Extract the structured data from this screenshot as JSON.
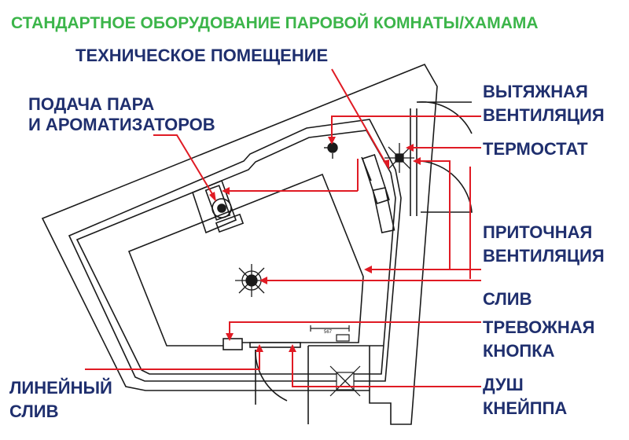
{
  "title": "СТАНДАРТНОЕ ОБОРУДОВАНИЕ ПАРОВОЙ КОМНАТЫ/ХАМАМА",
  "labels": {
    "tech_room": "ТЕХНИЧЕСКОЕ ПОМЕЩЕНИЕ",
    "steam_1": "ПОДАЧА ПАРА",
    "steam_2": "И АРОМАТИЗАТОРОВ",
    "exhaust_1": "ВЫТЯЖНАЯ",
    "exhaust_2": "ВЕНТИЛЯЦИЯ",
    "thermostat": "ТЕРМОСТАТ",
    "supply_1": "ПРИТОЧНАЯ",
    "supply_2": "ВЕНТИЛЯЦИЯ",
    "drain": "СЛИВ",
    "alarm_1": "ТРЕВОЖНАЯ",
    "alarm_2": "КНОПКА",
    "linear_1": "ЛИНЕЙНЫЙ",
    "linear_2": "СЛИВ",
    "shower_1": "ДУШ",
    "shower_2": "КНЕЙППА"
  },
  "dimension": "567",
  "colors": {
    "title": "#3cb54a",
    "label": "#1f2f6e",
    "pointer": "#e01b24",
    "wall": "#1a1a1a"
  }
}
